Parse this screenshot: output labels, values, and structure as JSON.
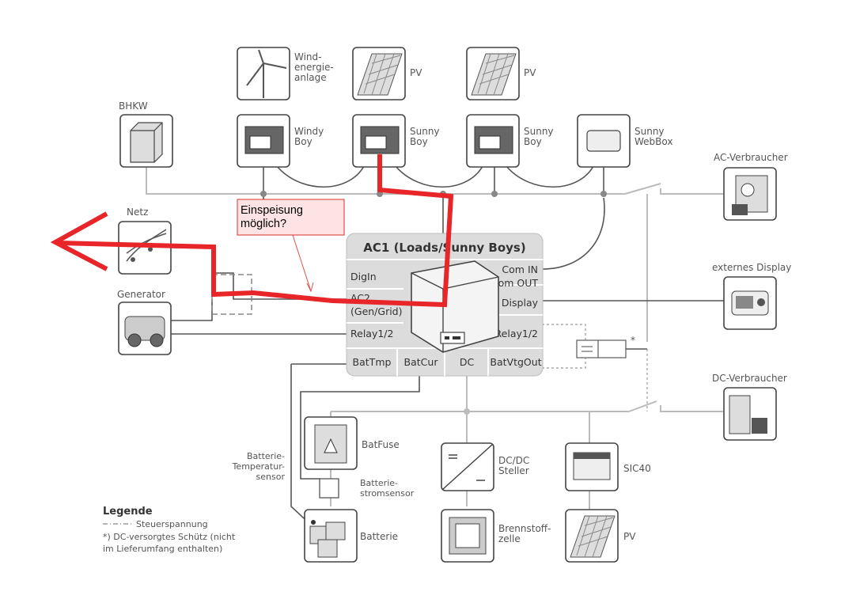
{
  "central_unit": {
    "title": "AC1 (Loads/Sunny Boys)",
    "ports_left": [
      "DigIn",
      "AC2",
      "(Gen/Grid)",
      "Relay1/2"
    ],
    "ports_right": [
      "Com IN",
      "Com OUT",
      "Display",
      "Relay1/2"
    ],
    "ports_bottom": [
      "BatTmp",
      "BatCur",
      "DC",
      "BatVtgOut"
    ]
  },
  "devices": {
    "wind_turbine": "Wind-\nenergie-\nanlage",
    "pv_1": "PV",
    "pv_2": "PV",
    "bhkw": "BHKW",
    "windy_boy": "Windy\nBoy",
    "sunny_boy_1": "Sunny\nBoy",
    "sunny_boy_2": "Sunny\nBoy",
    "sunny_webbox": "Sunny\nWebBox",
    "ac_verbraucher": "AC-Verbraucher",
    "netz": "Netz",
    "generator": "Generator",
    "externes_display": "externes Display",
    "dc_verbraucher": "DC-Verbraucher",
    "batfuse": "BatFuse",
    "batterie_temperatursensor": "Batterie-\nTemperatur-\nsensor",
    "batterie_stromsensor": "Batterie-\nstromsensor",
    "batterie": "Batterie",
    "dc_dc_steller": "DC/DC\nSteller",
    "brennstoffzelle": "Brennstoff-\nzelle",
    "sic40": "SIC40",
    "pv_3": "PV",
    "contactor_mark": "*"
  },
  "annotation": {
    "text": "Einspeisung\nmöglich?"
  },
  "legend": {
    "title": "Legende",
    "line1": "Steuerspannung",
    "line2": "*) DC-versorgtes Schütz (nicht",
    "line3": "im Lieferumfang enthalten)"
  }
}
